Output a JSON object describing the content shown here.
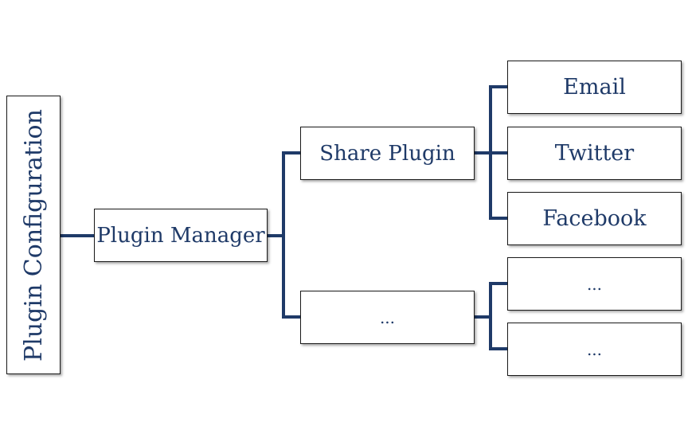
{
  "diagram": {
    "root": {
      "label": "Plugin Configuration"
    },
    "manager": {
      "label": "Plugin Manager"
    },
    "plugins": [
      {
        "label": "Share Plugin"
      },
      {
        "label": "..."
      }
    ],
    "share_targets": [
      {
        "label": "Email"
      },
      {
        "label": "Twitter"
      },
      {
        "label": "Facebook"
      }
    ],
    "other_targets": [
      {
        "label": "..."
      },
      {
        "label": "..."
      }
    ]
  },
  "colors": {
    "text": "#1f3a68",
    "connector": "#1f3a68",
    "border": "#1a1a1a"
  }
}
